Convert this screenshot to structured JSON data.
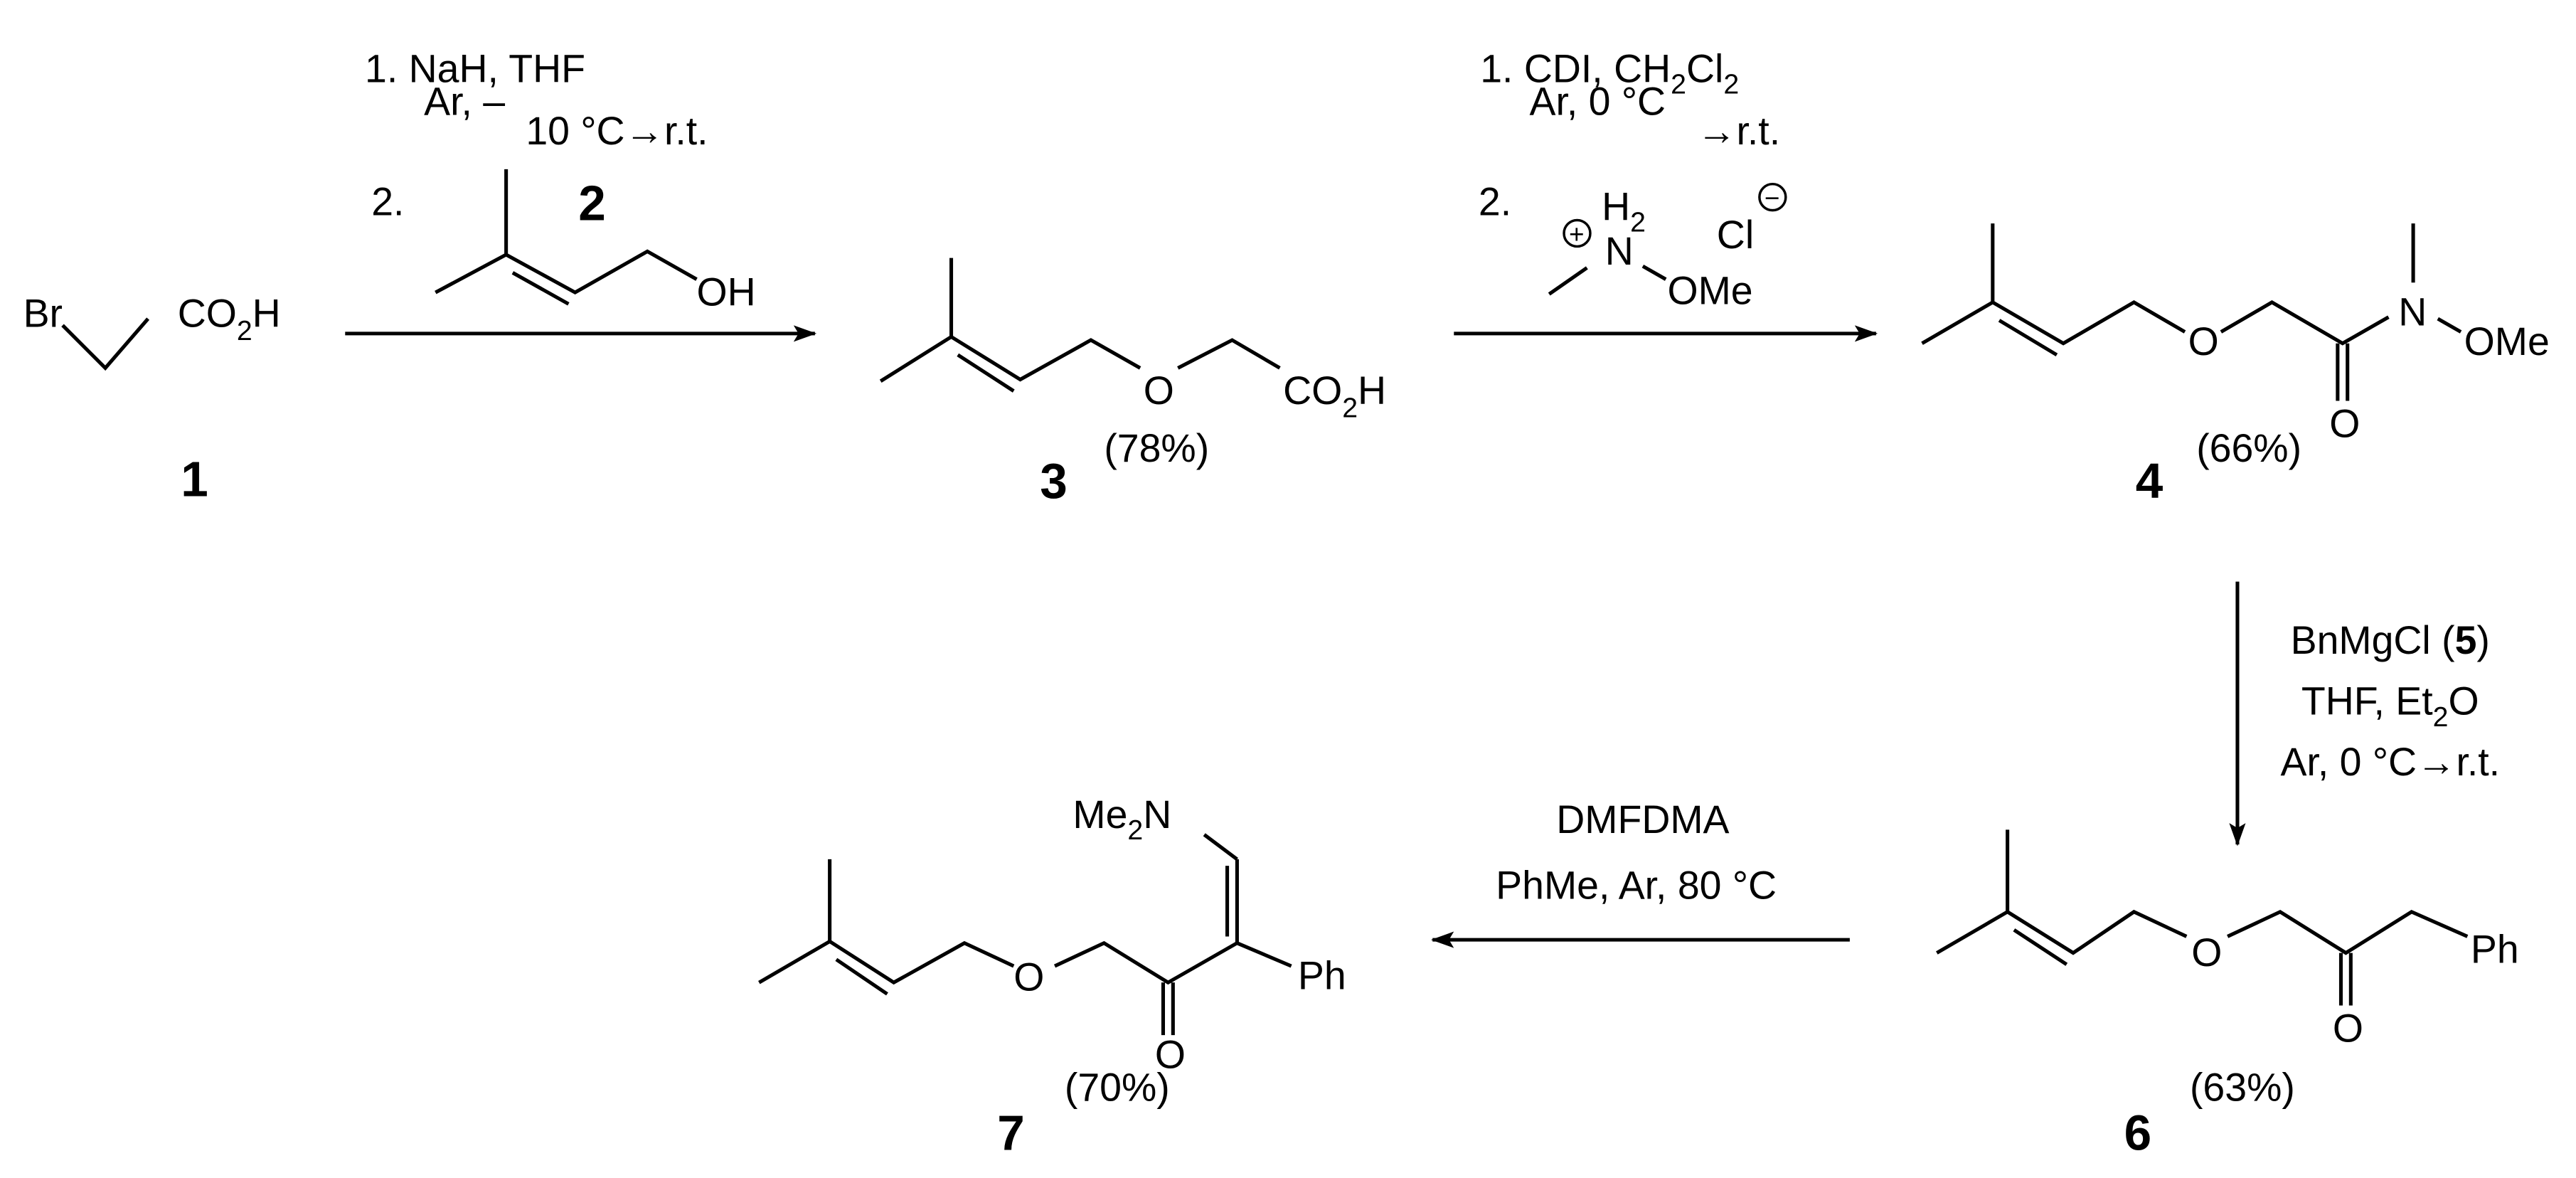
{
  "colors": {
    "ink": "#000000",
    "background": "#ffffff"
  },
  "compounds": {
    "c1": {
      "label": "1",
      "br": "Br",
      "acid": [
        "CO",
        "2",
        "H"
      ]
    },
    "c2": {
      "label": "2",
      "oh": "OH"
    },
    "c3": {
      "label": "3",
      "yield": "(78%)",
      "o": "O",
      "acid": [
        "CO",
        "2",
        "H"
      ]
    },
    "c4": {
      "label": "4",
      "yield": "(66%)",
      "o": "O",
      "n": "N",
      "ome": "OMe",
      "carbonyl_o": "O"
    },
    "c6": {
      "label": "6",
      "yield": "(63%)",
      "o": "O",
      "carbonyl_o": "O",
      "ph": "Ph"
    },
    "c7": {
      "label": "7",
      "yield": "(70%)",
      "o": "O",
      "carbonyl_o": "O",
      "ph": "Ph",
      "me2n": [
        "Me",
        "2",
        "N"
      ]
    }
  },
  "steps": {
    "s1": {
      "line1": "1. NaH, THF",
      "line2a": "Ar, –",
      "line2b": "10 °C→r.t.",
      "line3": "2."
    },
    "s2": {
      "line1": [
        "1. CDI, CH",
        "2",
        "Cl",
        "2"
      ],
      "line2a": "Ar, 0 °C",
      "line2b": "→r.t.",
      "line3": "2.",
      "salt": {
        "plus": "+",
        "h2": [
          "H",
          "2"
        ],
        "n": "N",
        "ome": "OMe",
        "cl": "Cl",
        "minus": "−"
      }
    },
    "s3": {
      "line1": [
        "BnMgCl (",
        "5",
        ")"
      ],
      "line2": [
        "THF, Et",
        "2",
        "O"
      ],
      "line3": "Ar, 0 °C→r.t."
    },
    "s4": {
      "line1": "DMFDMA",
      "line2": "PhMe, Ar, 80 °C"
    }
  }
}
